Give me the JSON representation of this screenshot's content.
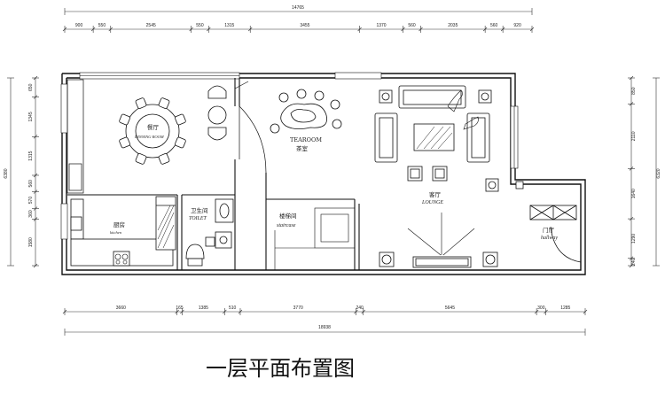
{
  "title": "一层平面布置图",
  "dimensions": {
    "top_total": "14765",
    "top_segments": [
      "900",
      "550",
      "2545",
      "550",
      "1315",
      "3455",
      "1370",
      "560",
      "2035",
      "560",
      "920"
    ],
    "bottom_segments": [
      "3660",
      "165",
      "1385",
      "510",
      "3770",
      "240",
      "5645",
      "300",
      "1285"
    ],
    "bottom_total": "18938",
    "left_total": "6380",
    "left_segments": [
      "650",
      "1345",
      "1315",
      "560",
      "570",
      "360",
      "1580"
    ],
    "right_total": "6320",
    "right_segments": [
      "850",
      "2110",
      "1640",
      "1290",
      "240"
    ]
  },
  "rooms": {
    "dining": {
      "cn": "餐厅",
      "en": "DINNING ROOM"
    },
    "tea": {
      "cn": "茶室",
      "en": "TEAROOM"
    },
    "lounge": {
      "cn": "客厅",
      "en": "LOUNGE"
    },
    "kitchen": {
      "cn": "厨房",
      "en": "kitchen"
    },
    "toilet": {
      "cn": "卫生间",
      "en": "TOILET"
    },
    "stair": {
      "cn": "楼梯间",
      "en": "staircase"
    },
    "hall": {
      "cn": "门厅",
      "en": "hallway"
    }
  }
}
